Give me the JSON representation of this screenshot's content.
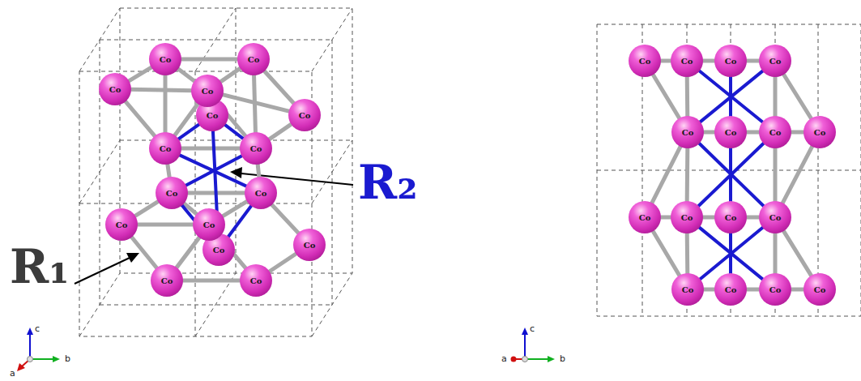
{
  "diagram": {
    "nodes": [
      {
        "text": [
          "Co"
        ]
      },
      {
        "text": [
          "Co"
        ]
      },
      {
        "text": [
          "Co"
        ]
      },
      {
        "text": [
          "Co"
        ]
      },
      {
        "text": [
          "Co"
        ]
      },
      {
        "text": [
          "Co"
        ]
      },
      {
        "text": [
          "Co"
        ]
      },
      {
        "text": [
          "Co"
        ]
      },
      {
        "text": [
          "Co"
        ]
      },
      {
        "text": [
          "Co"
        ]
      },
      {
        "text": [
          "Co"
        ]
      },
      {
        "text": [
          "Co"
        ]
      },
      {
        "text": [
          "Co"
        ]
      },
      {
        "text": [
          "Co"
        ]
      },
      {
        "text": [
          "Co"
        ]
      },
      {
        "text": [
          "Co"
        ]
      },
      {
        "text": [
          "Co"
        ]
      },
      {
        "text": [
          "Co"
        ]
      },
      {
        "text": [
          "Co"
        ]
      },
      {
        "text": [
          "Co"
        ]
      },
      {
        "text": [
          "Co"
        ]
      },
      {
        "text": [
          "Co"
        ]
      },
      {
        "text": [
          "Co"
        ]
      },
      {
        "text": [
          "Co"
        ]
      },
      {
        "text": [
          "Co"
        ]
      },
      {
        "text": [
          "Co"
        ]
      },
      {
        "text": [
          "Co"
        ]
      },
      {
        "text": [
          "Co"
        ]
      },
      {
        "text": [
          "Co"
        ]
      },
      {
        "text": [
          "Co"
        ]
      },
      {
        "text": [
          "Co"
        ]
      },
      {
        "text": [
          "Co"
        ]
      }
    ],
    "edges": [
      {
        "from": 0,
        "to": 1,
        "arrow": "none"
      },
      {
        "from": 0,
        "to": 2,
        "arrow": "none"
      },
      {
        "from": 2,
        "to": 3,
        "arrow": "none"
      },
      {
        "from": 1,
        "to": 5,
        "arrow": "none"
      },
      {
        "from": 3,
        "to": 5,
        "arrow": "none"
      },
      {
        "from": 0,
        "to": 6,
        "arrow": "none"
      },
      {
        "from": 1,
        "to": 7,
        "arrow": "none"
      },
      {
        "from": 2,
        "to": 6,
        "arrow": "none"
      },
      {
        "from": 3,
        "to": 6,
        "arrow": "none"
      },
      {
        "from": 3,
        "to": 7,
        "arrow": "none"
      },
      {
        "from": 5,
        "to": 7,
        "arrow": "none"
      },
      {
        "from": 6,
        "to": 7,
        "arrow": "none"
      },
      {
        "from": 6,
        "to": 8,
        "arrow": "none"
      },
      {
        "from": 7,
        "to": 9,
        "arrow": "none"
      },
      {
        "from": 8,
        "to": 9,
        "arrow": "none"
      },
      {
        "from": 8,
        "to": 10,
        "arrow": "none"
      },
      {
        "from": 9,
        "to": 13,
        "arrow": "none"
      },
      {
        "from": 10,
        "to": 11,
        "arrow": "none"
      },
      {
        "from": 10,
        "to": 14,
        "arrow": "none"
      },
      {
        "from": 11,
        "to": 14,
        "arrow": "none"
      },
      {
        "from": 11,
        "to": 15,
        "arrow": "none"
      },
      {
        "from": 13,
        "to": 15,
        "arrow": "none"
      },
      {
        "from": 14,
        "to": 15,
        "arrow": "none"
      },
      {
        "from": 8,
        "to": 11,
        "arrow": "none"
      },
      {
        "from": 9,
        "to": 11,
        "arrow": "none"
      },
      {
        "from": 0,
        "to": 3,
        "arrow": "none"
      },
      {
        "from": 1,
        "to": 3,
        "arrow": "none"
      },
      {
        "from": 3,
        "to": 4,
        "arrow": "none"
      },
      {
        "from": 4,
        "to": 6,
        "arrow": "none"
      },
      {
        "from": 4,
        "to": 7,
        "arrow": "none"
      },
      {
        "from": 6,
        "to": 9,
        "arrow": "none"
      },
      {
        "from": 7,
        "to": 8,
        "arrow": "none"
      },
      {
        "from": 4,
        "to": 12,
        "arrow": "none"
      },
      {
        "from": 8,
        "to": 12,
        "arrow": "none"
      },
      {
        "from": 9,
        "to": 12,
        "arrow": "none"
      },
      {
        "from": 11,
        "to": 12,
        "arrow": "none"
      },
      {
        "from": 16,
        "to": 17,
        "arrow": "none"
      },
      {
        "from": 17,
        "to": 18,
        "arrow": "none"
      },
      {
        "from": 18,
        "to": 19,
        "arrow": "none"
      },
      {
        "from": 20,
        "to": 21,
        "arrow": "none"
      },
      {
        "from": 21,
        "to": 22,
        "arrow": "none"
      },
      {
        "from": 22,
        "to": 23,
        "arrow": "none"
      },
      {
        "from": 24,
        "to": 25,
        "arrow": "none"
      },
      {
        "from": 25,
        "to": 26,
        "arrow": "none"
      },
      {
        "from": 26,
        "to": 27,
        "arrow": "none"
      },
      {
        "from": 28,
        "to": 29,
        "arrow": "none"
      },
      {
        "from": 29,
        "to": 30,
        "arrow": "none"
      },
      {
        "from": 30,
        "to": 31,
        "arrow": "none"
      },
      {
        "from": 16,
        "to": 20,
        "arrow": "none"
      },
      {
        "from": 19,
        "to": 23,
        "arrow": "none"
      },
      {
        "from": 20,
        "to": 24,
        "arrow": "none"
      },
      {
        "from": 23,
        "to": 27,
        "arrow": "none"
      },
      {
        "from": 24,
        "to": 28,
        "arrow": "none"
      },
      {
        "from": 27,
        "to": 31,
        "arrow": "none"
      },
      {
        "from": 17,
        "to": 20,
        "arrow": "none"
      },
      {
        "from": 19,
        "to": 22,
        "arrow": "none"
      },
      {
        "from": 20,
        "to": 25,
        "arrow": "none"
      },
      {
        "from": 22,
        "to": 27,
        "arrow": "none"
      },
      {
        "from": 25,
        "to": 28,
        "arrow": "none"
      },
      {
        "from": 27,
        "to": 30,
        "arrow": "none"
      },
      {
        "from": 18,
        "to": 21,
        "arrow": "none"
      },
      {
        "from": 21,
        "to": 26,
        "arrow": "none"
      },
      {
        "from": 26,
        "to": 29,
        "arrow": "none"
      },
      {
        "from": 17,
        "to": 22,
        "arrow": "none"
      },
      {
        "from": 19,
        "to": 20,
        "arrow": "none"
      },
      {
        "from": 20,
        "to": 27,
        "arrow": "none"
      },
      {
        "from": 22,
        "to": 25,
        "arrow": "none"
      },
      {
        "from": 25,
        "to": 30,
        "arrow": "none"
      },
      {
        "from": 27,
        "to": 28,
        "arrow": "none"
      }
    ],
    "labels": [
      "R₁",
      "R₂",
      "c",
      "b",
      "a",
      "c",
      "a",
      "b"
    ]
  }
}
